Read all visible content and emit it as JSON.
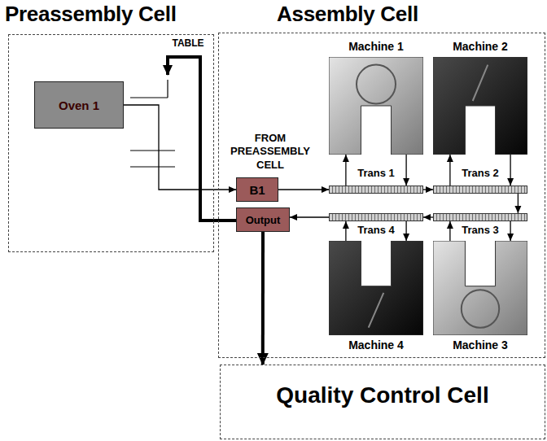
{
  "diagram": {
    "nodes": [
      {
        "text": [
          "Preassembly Cell"
        ]
      },
      {
        "text": [
          "Oven 1"
        ],
        "in": 0
      },
      {
        "text": [
          "Assembly Cell"
        ]
      },
      {
        "text": [
          "B1"
        ],
        "in": 2
      },
      {
        "text": [
          "Output"
        ],
        "in": 2
      },
      {
        "text": [
          "Machine 1"
        ],
        "in": 2
      },
      {
        "text": [
          "Machine 2"
        ],
        "in": 2
      },
      {
        "text": [
          "Machine 3"
        ],
        "in": 2
      },
      {
        "text": [
          "Machine 4"
        ],
        "in": 2
      },
      {
        "text": [
          "Trans 1"
        ],
        "in": 2
      },
      {
        "text": [
          "Trans 2"
        ],
        "in": 2
      },
      {
        "text": [
          "Trans 3"
        ],
        "in": 2
      },
      {
        "text": [
          "Trans 4"
        ],
        "in": 2
      },
      {
        "text": [
          "Quality Control Cell"
        ]
      }
    ],
    "edges": [
      {
        "from": 1,
        "to": 3,
        "arrow": "to"
      },
      {
        "from": 3,
        "to": 9,
        "arrow": "to"
      },
      {
        "from": 9,
        "to": 5,
        "arrow": "to"
      },
      {
        "from": 5,
        "to": 9,
        "arrow": "to"
      },
      {
        "from": 9,
        "to": 10,
        "arrow": "to"
      },
      {
        "from": 10,
        "to": 6,
        "arrow": "to"
      },
      {
        "from": 6,
        "to": 10,
        "arrow": "to"
      },
      {
        "from": 10,
        "to": 11,
        "arrow": "to"
      },
      {
        "from": 11,
        "to": 7,
        "arrow": "to"
      },
      {
        "from": 7,
        "to": 11,
        "arrow": "to"
      },
      {
        "from": 11,
        "to": 12,
        "arrow": "to"
      },
      {
        "from": 12,
        "to": 8,
        "arrow": "to"
      },
      {
        "from": 8,
        "to": 12,
        "arrow": "to"
      },
      {
        "from": 12,
        "to": 4,
        "arrow": "to"
      },
      {
        "from": 4,
        "to": 13,
        "arrow": "to"
      }
    ],
    "labels": [
      "TABLE",
      "FROM PREASSEMBLY CELL"
    ]
  }
}
